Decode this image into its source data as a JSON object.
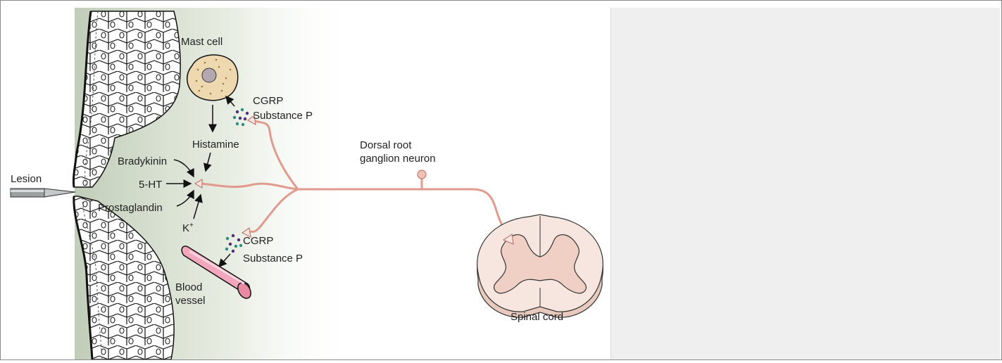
{
  "labels": {
    "mast_cell": "Mast cell",
    "cgrp_top": "CGRP",
    "substance_p_top": "Substance P",
    "histamine": "Histamine",
    "bradykinin": "Bradykinin",
    "five_ht": "5-HT",
    "prostaglandin": "Prostaglandin",
    "k_plus": "K",
    "k_plus_sup": "+",
    "lesion": "Lesion",
    "dorsal_root_line1": "Dorsal root",
    "dorsal_root_line2": "ganglion neuron",
    "cgrp_bottom": "CGRP",
    "substance_p_bottom": "Substance P",
    "blood_line1": "Blood",
    "blood_line2": "vessel",
    "spinal_cord": "Spinal cord"
  },
  "colors": {
    "nerve": "#e09a8e",
    "skin_shade": "#c9d3c0",
    "mast_fill": "#eed8b0",
    "vessel": "#f2a7bd",
    "cord_outer": "#f7e6df",
    "cord_grey": "#f0cfc4",
    "dot_purple": "#4a2d7a",
    "dot_teal": "#2c8c7d"
  }
}
